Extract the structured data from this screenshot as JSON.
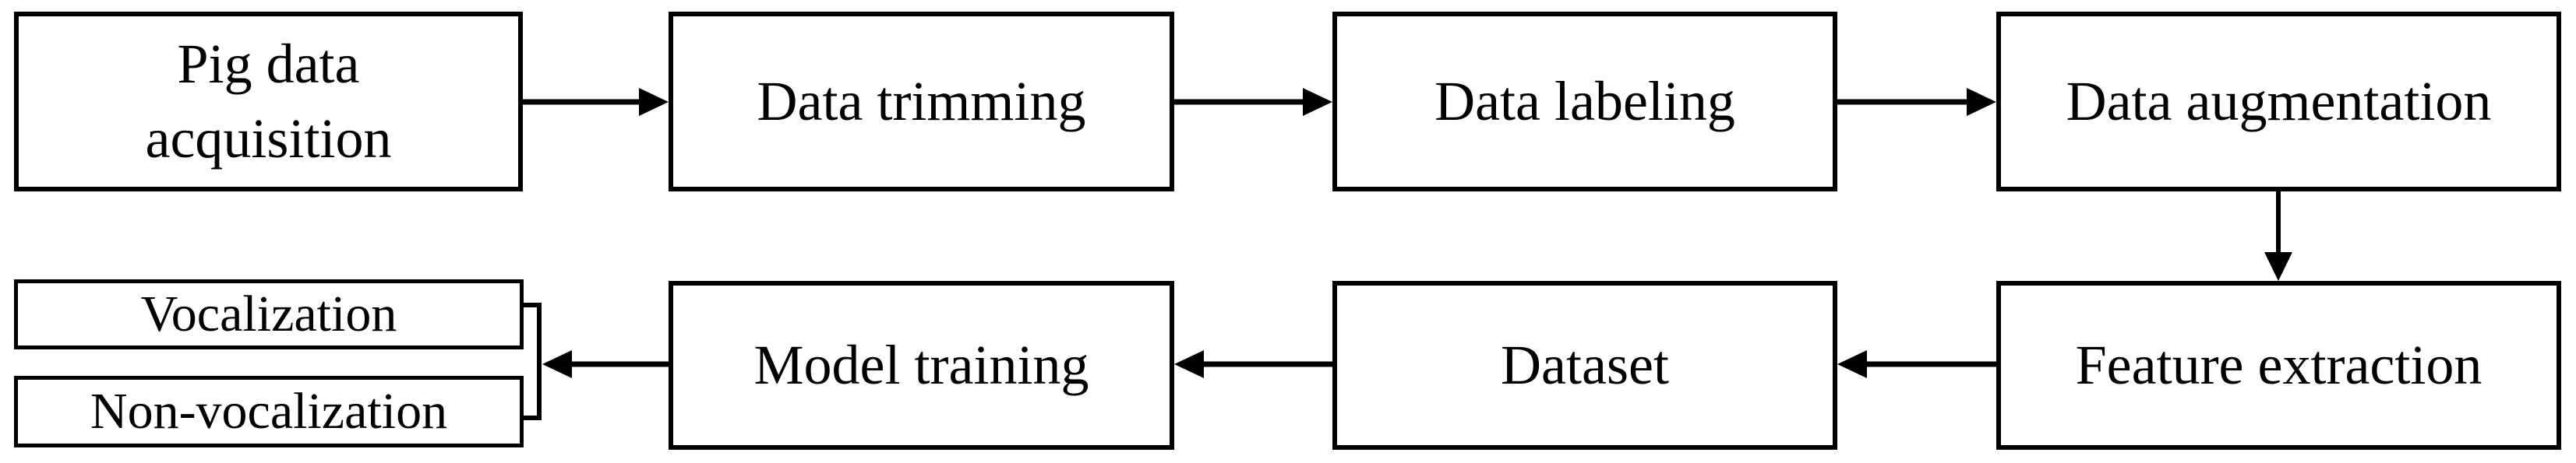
{
  "figure": {
    "type": "flowchart",
    "background_color": "#ffffff",
    "line_color": "#000000",
    "text_color": "#000000",
    "box_fill": "#ffffff"
  },
  "nodes": {
    "acquisition": {
      "label": "Pig data acquisition"
    },
    "trimming": {
      "label": "Data trimming"
    },
    "labeling": {
      "label": "Data labeling"
    },
    "augmentation": {
      "label": "Data augmentation"
    },
    "feature_extraction": {
      "label": "Feature extraction"
    },
    "dataset": {
      "label": "Dataset"
    },
    "model_training": {
      "label": "Model training"
    },
    "vocalization": {
      "label": "Vocalization"
    },
    "non_vocalization": {
      "label": "Non-vocalization"
    }
  },
  "edges": [
    {
      "from": "Pig data acquisition",
      "to": "Data trimming",
      "direction": "right"
    },
    {
      "from": "Data trimming",
      "to": "Data labeling",
      "direction": "right"
    },
    {
      "from": "Data labeling",
      "to": "Data augmentation",
      "direction": "right"
    },
    {
      "from": "Data augmentation",
      "to": "Feature extraction",
      "direction": "down"
    },
    {
      "from": "Feature extraction",
      "to": "Dataset",
      "direction": "left"
    },
    {
      "from": "Dataset",
      "to": "Model training",
      "direction": "left"
    },
    {
      "from": "Model training",
      "to": "Vocalization | Non-vocalization",
      "direction": "left",
      "note": "arrow points into bracket grouping the two output classes"
    }
  ]
}
